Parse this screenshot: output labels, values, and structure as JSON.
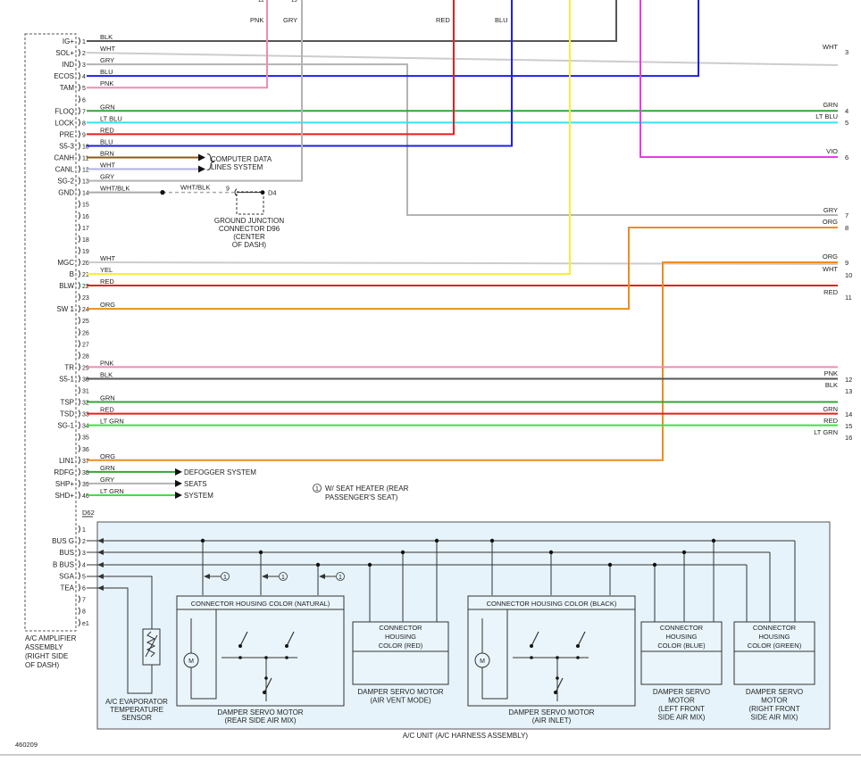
{
  "colors": {
    "BLK": "#555555",
    "WHT": "#cccccc",
    "GRY": "#b3b3b3",
    "BLU": "#1f1fe6",
    "PNK": "#f08cb4",
    "GRN": "#33a633",
    "LT BLU": "#33e0f0",
    "RED": "#e61e1e",
    "BRN": "#8a5a14",
    "WHT/BLK": "#aaaaaa",
    "YEL": "#f5f035",
    "ORG": "#f08c1e",
    "LT GRN": "#40e040",
    "VIO": "#e63ce6",
    "panel": "#e6f3fa",
    "box": "#e9f5fb"
  },
  "top_labels": [
    "PNK",
    "GRY",
    "RED",
    "BLU"
  ],
  "amplifier": {
    "title_lines": [
      "A/C AMPLIFIER",
      "ASSEMBLY",
      "(RIGHT SIDE",
      "OF DASH)"
    ],
    "connector_top": "D62",
    "pins_top": [
      {
        "pin": "1",
        "name": "IG+",
        "wire": "BLK"
      },
      {
        "pin": "2",
        "name": "SOL+",
        "wire": "WHT"
      },
      {
        "pin": "3",
        "name": "IND",
        "wire": "GRY"
      },
      {
        "pin": "4",
        "name": "ECOS",
        "wire": "BLU"
      },
      {
        "pin": "5",
        "name": "TAM",
        "wire": "PNK"
      },
      {
        "pin": "6",
        "name": "",
        "wire": ""
      },
      {
        "pin": "7",
        "name": "FLOQ",
        "wire": "GRN"
      },
      {
        "pin": "8",
        "name": "LOCK",
        "wire": "LT BLU"
      },
      {
        "pin": "9",
        "name": "PRE",
        "wire": "RED"
      },
      {
        "pin": "10",
        "name": "S5-3",
        "wire": "BLU"
      },
      {
        "pin": "11",
        "name": "CANH",
        "wire": "BRN"
      },
      {
        "pin": "12",
        "name": "CANL",
        "wire": "WHT"
      },
      {
        "pin": "13",
        "name": "SG-2",
        "wire": "GRY"
      },
      {
        "pin": "14",
        "name": "GND",
        "wire": "WHT/BLK"
      },
      {
        "pin": "15",
        "name": "",
        "wire": ""
      },
      {
        "pin": "16",
        "name": "",
        "wire": ""
      },
      {
        "pin": "17",
        "name": "",
        "wire": ""
      },
      {
        "pin": "18",
        "name": "",
        "wire": ""
      },
      {
        "pin": "19",
        "name": "",
        "wire": ""
      },
      {
        "pin": "20",
        "name": "MGC",
        "wire": "WHT"
      },
      {
        "pin": "21",
        "name": "B",
        "wire": "YEL"
      },
      {
        "pin": "22",
        "name": "BLW",
        "wire": "RED"
      },
      {
        "pin": "23",
        "name": "",
        "wire": ""
      },
      {
        "pin": "24",
        "name": "SW 1",
        "wire": "ORG"
      },
      {
        "pin": "25",
        "name": "",
        "wire": ""
      },
      {
        "pin": "26",
        "name": "",
        "wire": ""
      },
      {
        "pin": "27",
        "name": "",
        "wire": ""
      },
      {
        "pin": "28",
        "name": "",
        "wire": ""
      },
      {
        "pin": "29",
        "name": "TR",
        "wire": "PNK"
      },
      {
        "pin": "30",
        "name": "S5-1",
        "wire": "BLK"
      },
      {
        "pin": "31",
        "name": "",
        "wire": ""
      },
      {
        "pin": "32",
        "name": "TSP",
        "wire": "GRN"
      },
      {
        "pin": "33",
        "name": "TSD",
        "wire": "RED"
      },
      {
        "pin": "34",
        "name": "SG-1",
        "wire": "LT GRN"
      },
      {
        "pin": "35",
        "name": "",
        "wire": ""
      },
      {
        "pin": "36",
        "name": "",
        "wire": ""
      },
      {
        "pin": "37",
        "name": "LIN1",
        "wire": "ORG"
      },
      {
        "pin": "38",
        "name": "RDFG",
        "wire": "GRN"
      },
      {
        "pin": "39",
        "name": "SHP+",
        "wire": "GRY"
      },
      {
        "pin": "40",
        "name": "SHD+",
        "wire": "LT GRN"
      }
    ],
    "pins_bottom": [
      {
        "pin": "1",
        "name": ""
      },
      {
        "pin": "2",
        "name": "BUS G"
      },
      {
        "pin": "3",
        "name": "BUS"
      },
      {
        "pin": "4",
        "name": "B BUS"
      },
      {
        "pin": "5",
        "name": "SGA"
      },
      {
        "pin": "6",
        "name": "TEA"
      },
      {
        "pin": "7",
        "name": ""
      },
      {
        "pin": "8",
        "name": ""
      },
      {
        "pin": "e1",
        "name": ""
      }
    ]
  },
  "right_refs": [
    {
      "num": "3",
      "wire": "WHT"
    },
    {
      "num": "4",
      "wire": "GRN"
    },
    {
      "num": "5",
      "wire": "LT BLU"
    },
    {
      "num": "6",
      "wire": "VIO"
    },
    {
      "num": "7",
      "wire": "GRY"
    },
    {
      "num": "8",
      "wire": "ORG"
    },
    {
      "num": "9",
      "wire": "ORG"
    },
    {
      "num": "10",
      "wire": "WHT"
    },
    {
      "num": "11",
      "wire": "RED"
    },
    {
      "num": "12",
      "wire": "PNK"
    },
    {
      "num": "13",
      "wire": "BLK"
    },
    {
      "num": "14",
      "wire": "GRN"
    },
    {
      "num": "15",
      "wire": "RED"
    },
    {
      "num": "16",
      "wire": "LT GRN"
    }
  ],
  "can_lines": "COMPUTER DATA\nLINES SYSTEM",
  "ground": {
    "pin": "9",
    "connector": "D4",
    "wire": "WHT/BLK",
    "lines": [
      "GROUND JUNCTION",
      "CONNECTOR D96",
      "(CENTER",
      "OF DASH)"
    ]
  },
  "defogger": "DEFOGGER SYSTEM",
  "seats": "SEATS\nSYSTEM",
  "note": {
    "marker": "1",
    "lines": [
      "W/ SEAT HEATER (REAR",
      "PASSENGER'S SEAT)"
    ]
  },
  "ac_unit": {
    "caption": "A/C UNIT (A/C HARNESS ASSEMBLY)",
    "sensor": [
      "A/C EVAPORATOR",
      "TEMPERATURE",
      "SENSOR"
    ],
    "motor_symbol": "M",
    "housing_natural": "CONNECTOR HOUSING COLOR (NATURAL)",
    "housing_black": "CONNECTOR HOUSING COLOR (BLACK)",
    "housing_red": [
      "CONNECTOR",
      "HOUSING",
      "COLOR (RED)"
    ],
    "housing_blue": [
      "CONNECTOR",
      "HOUSING",
      "COLOR (BLUE)"
    ],
    "housing_green": [
      "CONNECTOR",
      "HOUSING",
      "COLOR (GREEN)"
    ],
    "motor_rear": [
      "DAMPER SERVO MOTOR",
      "(REAR SIDE AIR MIX)"
    ],
    "motor_vent": [
      "DAMPER SERVO MOTOR",
      "(AIR VENT MODE)"
    ],
    "motor_inlet": [
      "DAMPER SERVO MOTOR",
      "(AIR INLET)"
    ],
    "motor_left": [
      "DAMPER SERVO",
      "MOTOR",
      "(LEFT FRONT",
      "SIDE AIR MIX)"
    ],
    "motor_right": [
      "DAMPER SERVO",
      "MOTOR",
      "(RIGHT FRONT",
      "SIDE AIR MIX)"
    ]
  },
  "diagram_id": "460209"
}
